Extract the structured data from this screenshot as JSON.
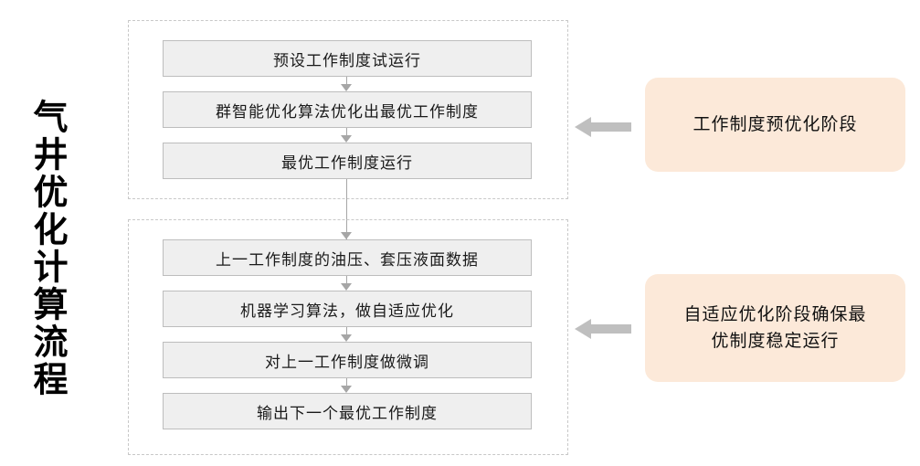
{
  "title": {
    "text": "气井优化计算流程"
  },
  "groups": [
    {
      "id": "preopt",
      "steps": [
        {
          "label": "预设工作制度试运行"
        },
        {
          "label": "群智能优化算法优化出最优工作制度"
        },
        {
          "label": "最优工作制度运行"
        }
      ],
      "callout": {
        "label": "工作制度预优化阶段",
        "arrow_icon": "arrow-left-icon"
      }
    },
    {
      "id": "adaptive",
      "steps": [
        {
          "label": "上一工作制度的油压、套压液面数据"
        },
        {
          "label": "机器学习算法，做自适应优化"
        },
        {
          "label": "对上一工作制度做微调"
        },
        {
          "label": "输出下一个最优工作制度"
        }
      ],
      "callout": {
        "line1": "自适应优化阶段确保最",
        "line2": "优制度稳定运行",
        "arrow_icon": "arrow-left-icon"
      }
    }
  ],
  "colors": {
    "step_fill": "#efefef",
    "step_border": "#bdbdbd",
    "group_border": "#c8c8c8",
    "callout_fill": "#fce9d9",
    "connector": "#a6a6a6",
    "block_arrow": "#bfbfbf",
    "background": "#ffffff",
    "text": "#111111"
  }
}
